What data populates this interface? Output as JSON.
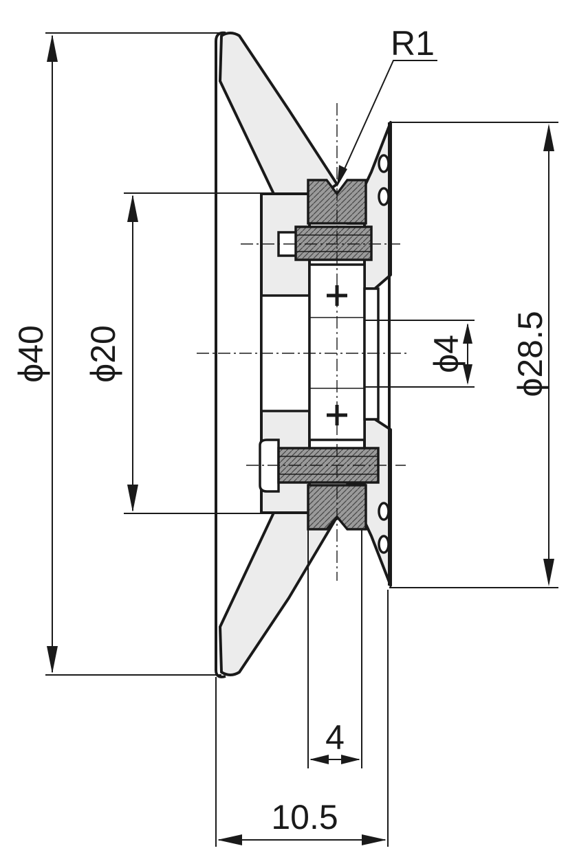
{
  "dimensions": {
    "outer_diameter": "ϕ40",
    "hub_diameter": "ϕ20",
    "bore_diameter": "ϕ4",
    "flange_diameter": "ϕ28.5",
    "groove_radius": "R1",
    "bearing_width": "4",
    "overall_width": "10.5"
  }
}
